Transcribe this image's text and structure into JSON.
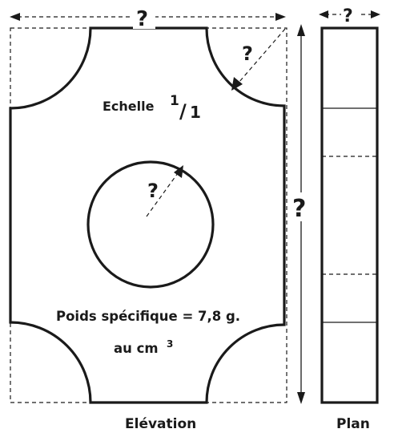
{
  "dimension_marks": {
    "width": "?",
    "height": "?",
    "corner_radius": "?",
    "hole_radius": "?",
    "thickness": "?"
  },
  "scale": {
    "label": "Echelle",
    "numerator": "1",
    "slash": "/",
    "denominator": "1"
  },
  "density": {
    "line1": "Poids spécifique = 7,8 g.",
    "line2_prefix": "au cm",
    "line2_exponent": "3"
  },
  "views": {
    "elevation": "Elévation",
    "plan": "Plan"
  }
}
